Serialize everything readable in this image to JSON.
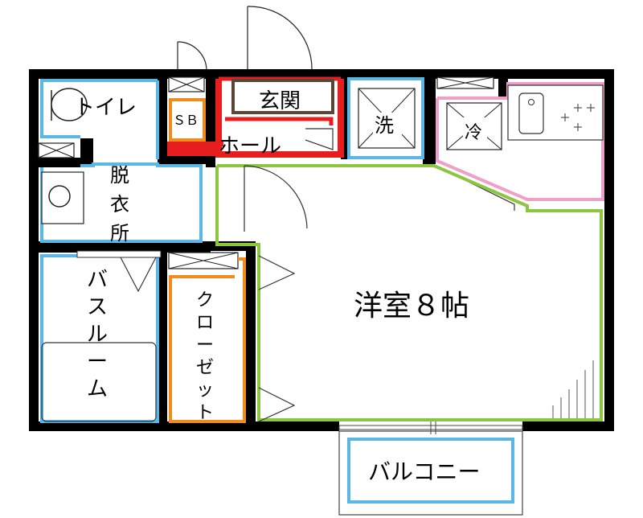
{
  "rooms": {
    "toilet": "トイレ",
    "sb": "ＳＢ",
    "entrance": "玄関",
    "hall": "ホール",
    "washer": "洗",
    "fridge": "冷",
    "dressing": [
      "脱",
      "衣",
      "所"
    ],
    "bathroom": [
      "バ",
      "ス",
      "ル",
      "ー",
      "ム"
    ],
    "closet": [
      "ク",
      "ロ",
      "ー",
      "ゼ",
      "ッ",
      "ト"
    ],
    "western_room": "洋室８帖",
    "balcony": "バルコニー"
  },
  "colors": {
    "wall": "#000000",
    "wet_area": "#5bb8e6",
    "storage": "#f08c1e",
    "living": "#8cc63f",
    "kitchen": "#f0a0c8",
    "hall": "#e61e1e",
    "entrance_frame": "#5a4632"
  }
}
